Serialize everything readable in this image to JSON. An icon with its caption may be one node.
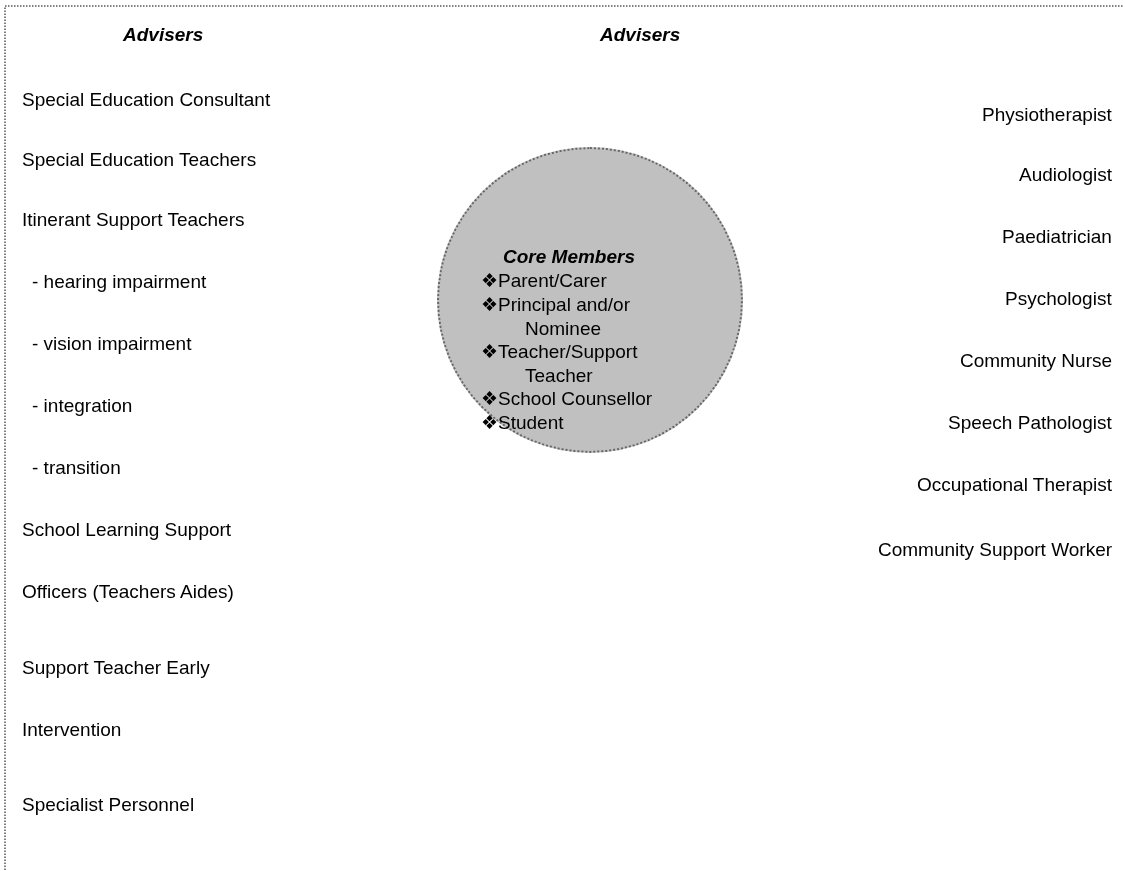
{
  "diagram": {
    "nodes": [
      {
        "text": [
          "Core Members",
          "❖Parent/Carer",
          "❖Principal and/or Nominee",
          "❖Teacher/Support Teacher",
          "❖School Counsellor",
          "❖Student"
        ]
      }
    ],
    "edges": [],
    "labels": [
      "Advisers",
      "Advisers",
      "Special Education Consultant",
      "Special Education Teachers",
      "Itinerant Support Teachers",
      "- hearing impairment",
      "- vision impairment",
      "- integration",
      "- transition",
      "School Learning Support",
      "Officers (Teachers Aides)",
      "Support Teacher Early",
      "Intervention",
      "Specialist Personnel",
      "Physiotherapist",
      "Audiologist",
      "Paediatrician",
      "Psychologist",
      "Community Nurse",
      "Speech Pathologist",
      "Occupational Therapist",
      "Community Support Worker"
    ]
  }
}
